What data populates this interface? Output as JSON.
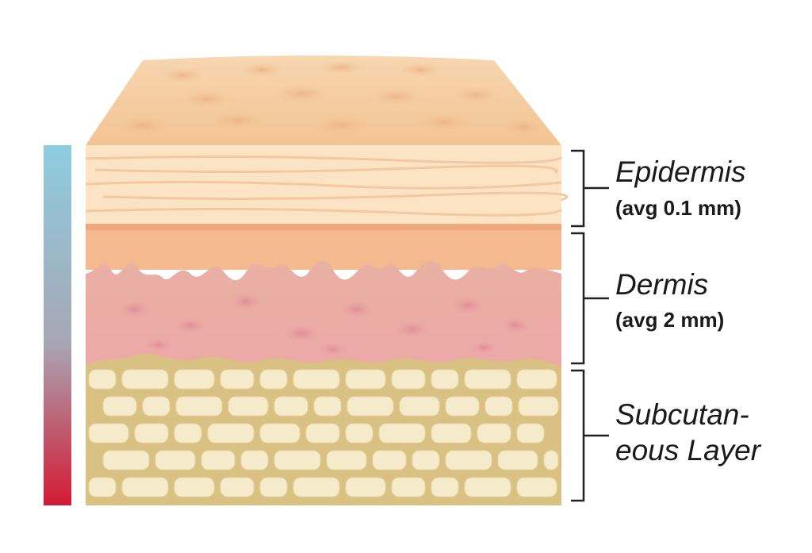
{
  "layers": [
    {
      "title": "Epidermis",
      "detail": "(avg 0.1 mm)"
    },
    {
      "title": "Dermis",
      "detail": "(avg 2 mm)"
    },
    {
      "title_line1": "Subcutan-",
      "title_line2": "eous Layer"
    }
  ],
  "colors": {
    "epidermis_top": "#f6cfa3",
    "epidermis_band": "#fbe3c3",
    "dermis_upper": "#f4b98e",
    "dermis_pink": "#eaa6a4",
    "fat_tissue": "#d9c184",
    "fat_cell": "#f5ebcb",
    "gradient_top": "#8ccde0",
    "gradient_bottom": "#d31a34",
    "bracket": "#222222"
  },
  "icons": {
    "bracket": "bracket-icon",
    "depth_bar": "depth-gradient-bar"
  }
}
